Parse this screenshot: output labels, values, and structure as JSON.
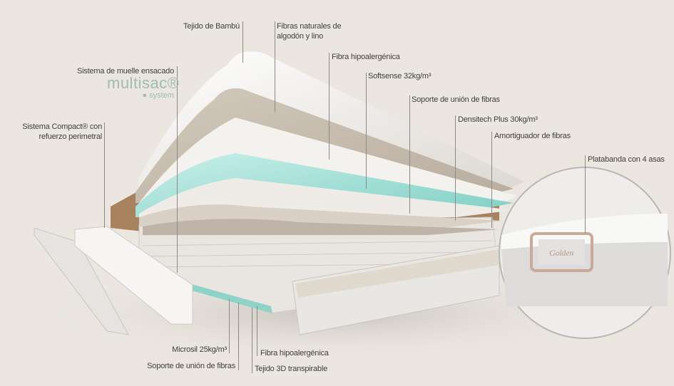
{
  "labels": {
    "bamboo": "Tejido de Bambú",
    "natural_fibers_1": "Fibras naturales de",
    "natural_fibers_2": "algodón y lino",
    "hypo_top": "Fibra hipoalergénica",
    "softsense": "Softsense 32kg/m³",
    "fiber_support_top": "Soporte de unión de fibras",
    "densitech": "Densitech Plus 30kg/m³",
    "fiber_damper": "Amortiguador de fibras",
    "border": "Platabanda con 4 asas",
    "pocket_spring": "Sistema de muelle ensacado",
    "compact_1": "Sistema Compact® con",
    "compact_2": "refuerzo perimetral",
    "microsil": "Microsil 25kg/m³",
    "fiber_support_bottom": "Soporte de unión de fibras",
    "hypo_bottom": "Fibra hipoalergénica",
    "fabric_3d": "Tejido 3D transpirable"
  },
  "logo": {
    "name": "multisac®",
    "sub": "● system"
  },
  "inset": {
    "brand": "Golden"
  },
  "colors": {
    "background": "#ebe7e0",
    "foam_teal": "#9fd8d0",
    "logo_green": "#9fbcae"
  }
}
